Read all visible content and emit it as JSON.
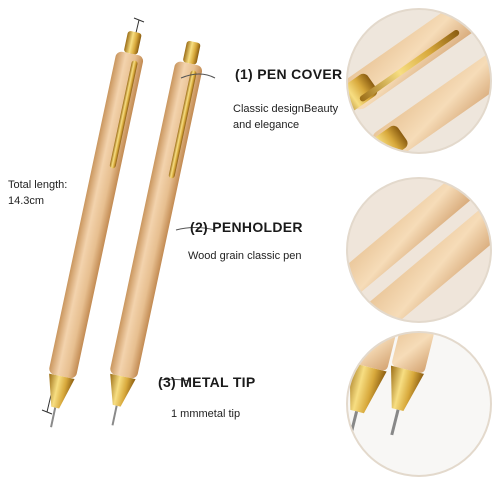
{
  "measurement": {
    "label": "Total length:",
    "value": "14.3cm"
  },
  "features": [
    {
      "number": "(1)",
      "title": "PEN COVER",
      "desc_line1": "Classic designBeauty",
      "desc_line2": "and elegance"
    },
    {
      "number": "(2)",
      "title": "PENHOLDER",
      "desc_line1": "Wood grain classic pen",
      "desc_line2": ""
    },
    {
      "number": "(3)",
      "title": "METAL TIP",
      "desc_line1": "1 mmmetal tip",
      "desc_line2": ""
    }
  ],
  "colors": {
    "wood": "#e6bf93",
    "gold": "#d6a53a",
    "lead": "#8a8a8a"
  }
}
